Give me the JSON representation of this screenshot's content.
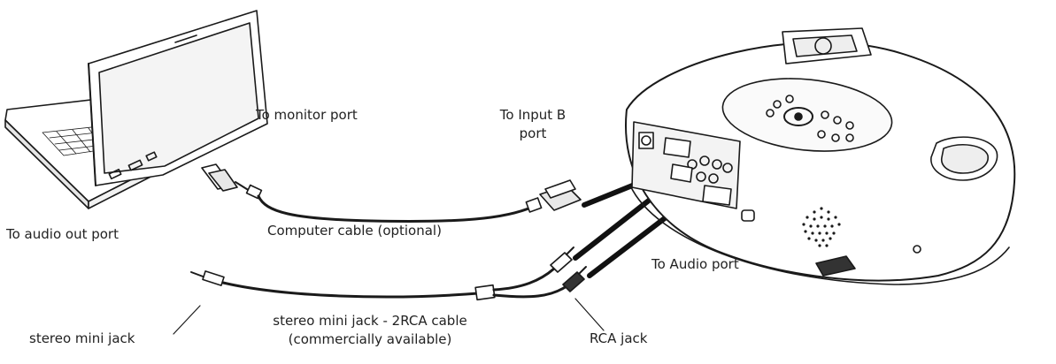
{
  "labels": {
    "to_monitor_port": "To monitor port",
    "to_input_b_line1": "To Input B",
    "to_input_b_line2": "port",
    "to_audio_out_port": "To audio out port",
    "computer_cable": "Computer cable (optional)",
    "to_audio_port": "To Audio port",
    "stereo_mini_jack": "stereo mini jack",
    "cable_name_line1": "stereo mini jack - 2RCA cable",
    "cable_name_line2": "(commercially available)",
    "rca_jack": "RCA jack"
  },
  "colors": {
    "line": "#1a1a1a",
    "fill": "#ffffff",
    "shade": "#dcdcdc",
    "dark": "#111111"
  }
}
